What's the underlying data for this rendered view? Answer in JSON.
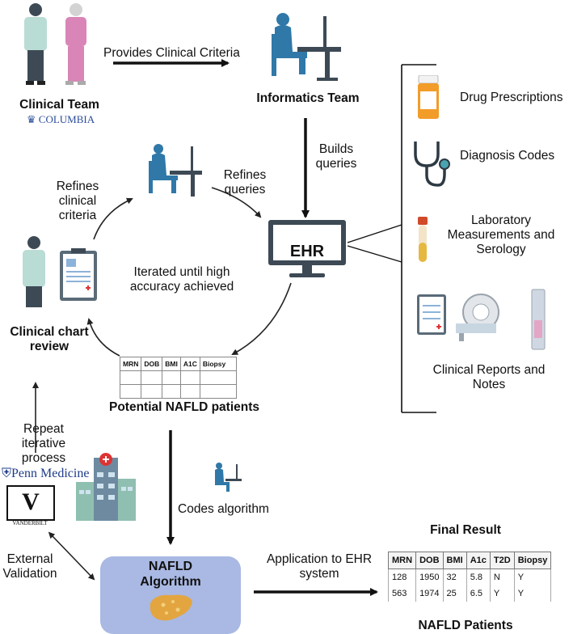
{
  "clinical_team": {
    "label": "Clinical Team",
    "institution": "COLUMBIA"
  },
  "informatics_team": {
    "label": "Informatics Team"
  },
  "arrows": {
    "provides": "Provides Clinical Criteria",
    "builds": "Builds queries",
    "refines_queries": "Refines queries",
    "refines_criteria": "Refines clinical criteria",
    "iterated": "Iterated until high accuracy achieved",
    "repeat": "Repeat iterative process",
    "codes": "Codes algorithm",
    "external": "External Validation",
    "application": "Application to EHR system"
  },
  "ehr": {
    "label": "EHR"
  },
  "data_sources": [
    {
      "label": "Drug Prescriptions",
      "icon": "pill-bottle-icon"
    },
    {
      "label": "Diagnosis Codes",
      "icon": "stethoscope-icon"
    },
    {
      "label": "Laboratory Measurements and Serology",
      "icon": "test-tube-icon"
    },
    {
      "label": "Clinical Reports and Notes",
      "icon": "reports-imaging-icon"
    }
  ],
  "chart_review": {
    "label": "Clinical chart review"
  },
  "potential": {
    "label": "Potential NAFLD patients",
    "columns": [
      "MRN",
      "DOB",
      "BMI",
      "A1C",
      "Biopsy"
    ]
  },
  "validation_sites": {
    "penn": "Penn Medicine",
    "vanderbilt": "VANDERBILT"
  },
  "algorithm": {
    "label": "NAFLD Algorithm"
  },
  "final": {
    "title": "Final Result",
    "footer": "NAFLD Patients",
    "columns": [
      "MRN",
      "DOB",
      "BMI",
      "A1c",
      "T2D",
      "Biopsy"
    ],
    "rows": [
      [
        "128",
        "1950",
        "32",
        "5.8",
        "N",
        "Y"
      ],
      [
        "563",
        "1974",
        "25",
        "6.5",
        "Y",
        "Y"
      ]
    ]
  },
  "colors": {
    "algo_box": "#a9b9e3",
    "figure_blue": "#2f78a8",
    "figure_dark": "#3d4a55"
  }
}
